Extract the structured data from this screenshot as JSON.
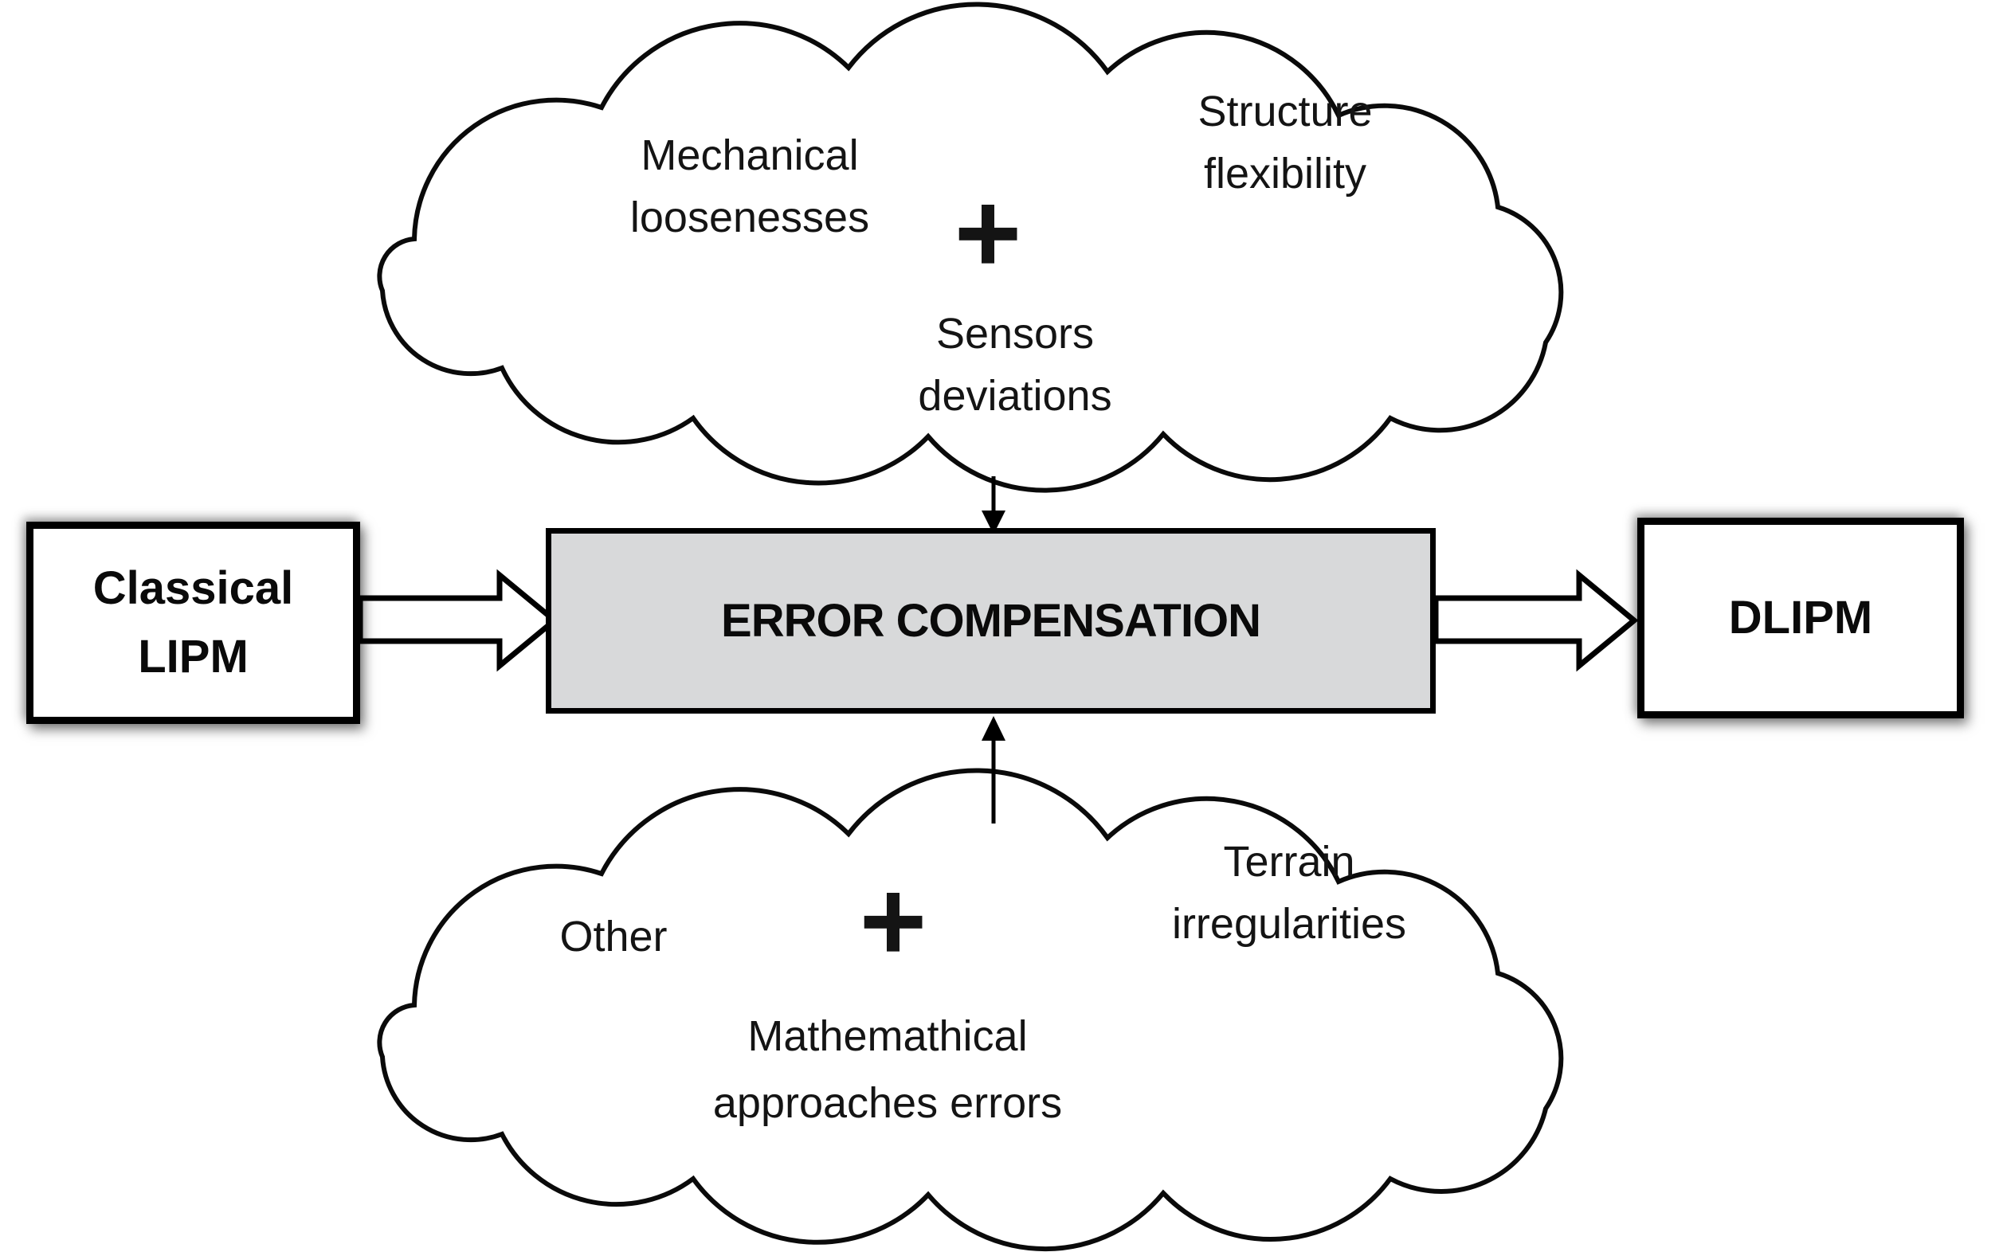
{
  "colors": {
    "outline": "#000000",
    "cloud_stroke": "#0a0a0a",
    "center_box_fill": "#d8d9da",
    "box_fill": "#ffffff",
    "text": "#141414"
  },
  "top_cloud": {
    "mechanical": {
      "line1": "Mechanical",
      "line2": "loosenesses"
    },
    "structure": {
      "line1": "Structure",
      "line2": "flexibility"
    },
    "sensors": {
      "line1": "Sensors",
      "line2": "deviations"
    },
    "plus": "+"
  },
  "bottom_cloud": {
    "other": {
      "line1": "Other"
    },
    "terrain": {
      "line1": "Terrain",
      "line2": "irregularities"
    },
    "math": {
      "line1": "Mathemathical",
      "line2": "approaches errors"
    },
    "plus": "+"
  },
  "boxes": {
    "classical": {
      "line1": "Classical",
      "line2": "LIPM"
    },
    "center": {
      "label": "ERROR COMPENSATION"
    },
    "dlipm": {
      "label": "DLIPM"
    }
  }
}
